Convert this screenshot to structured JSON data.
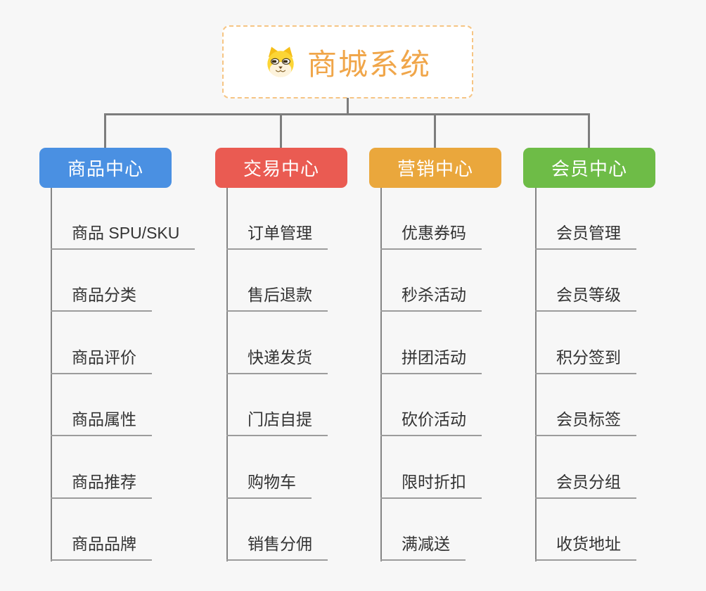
{
  "root": {
    "title": "商城系统",
    "icon": "doge-icon",
    "text_color": "#F0A64A",
    "border_color": "#F6C584",
    "background": "#FFFFFF"
  },
  "connector_color": "#7D7D7D",
  "page_background": "#F7F7F7",
  "branches": [
    {
      "label": "商品中心",
      "color": "#4A90E2",
      "items": [
        "商品 SPU/SKU",
        "商品分类",
        "商品评价",
        "商品属性",
        "商品推荐",
        "商品品牌"
      ]
    },
    {
      "label": "交易中心",
      "color": "#EA5B52",
      "items": [
        "订单管理",
        "售后退款",
        "快递发货",
        "门店自提",
        "购物车",
        "销售分佣"
      ]
    },
    {
      "label": "营销中心",
      "color": "#EAA73C",
      "items": [
        "优惠券码",
        "秒杀活动",
        "拼团活动",
        "砍价活动",
        "限时折扣",
        "满减送"
      ]
    },
    {
      "label": "会员中心",
      "color": "#6EBC47",
      "items": [
        "会员管理",
        "会员等级",
        "积分签到",
        "会员标签",
        "会员分组",
        "收货地址"
      ]
    }
  ]
}
